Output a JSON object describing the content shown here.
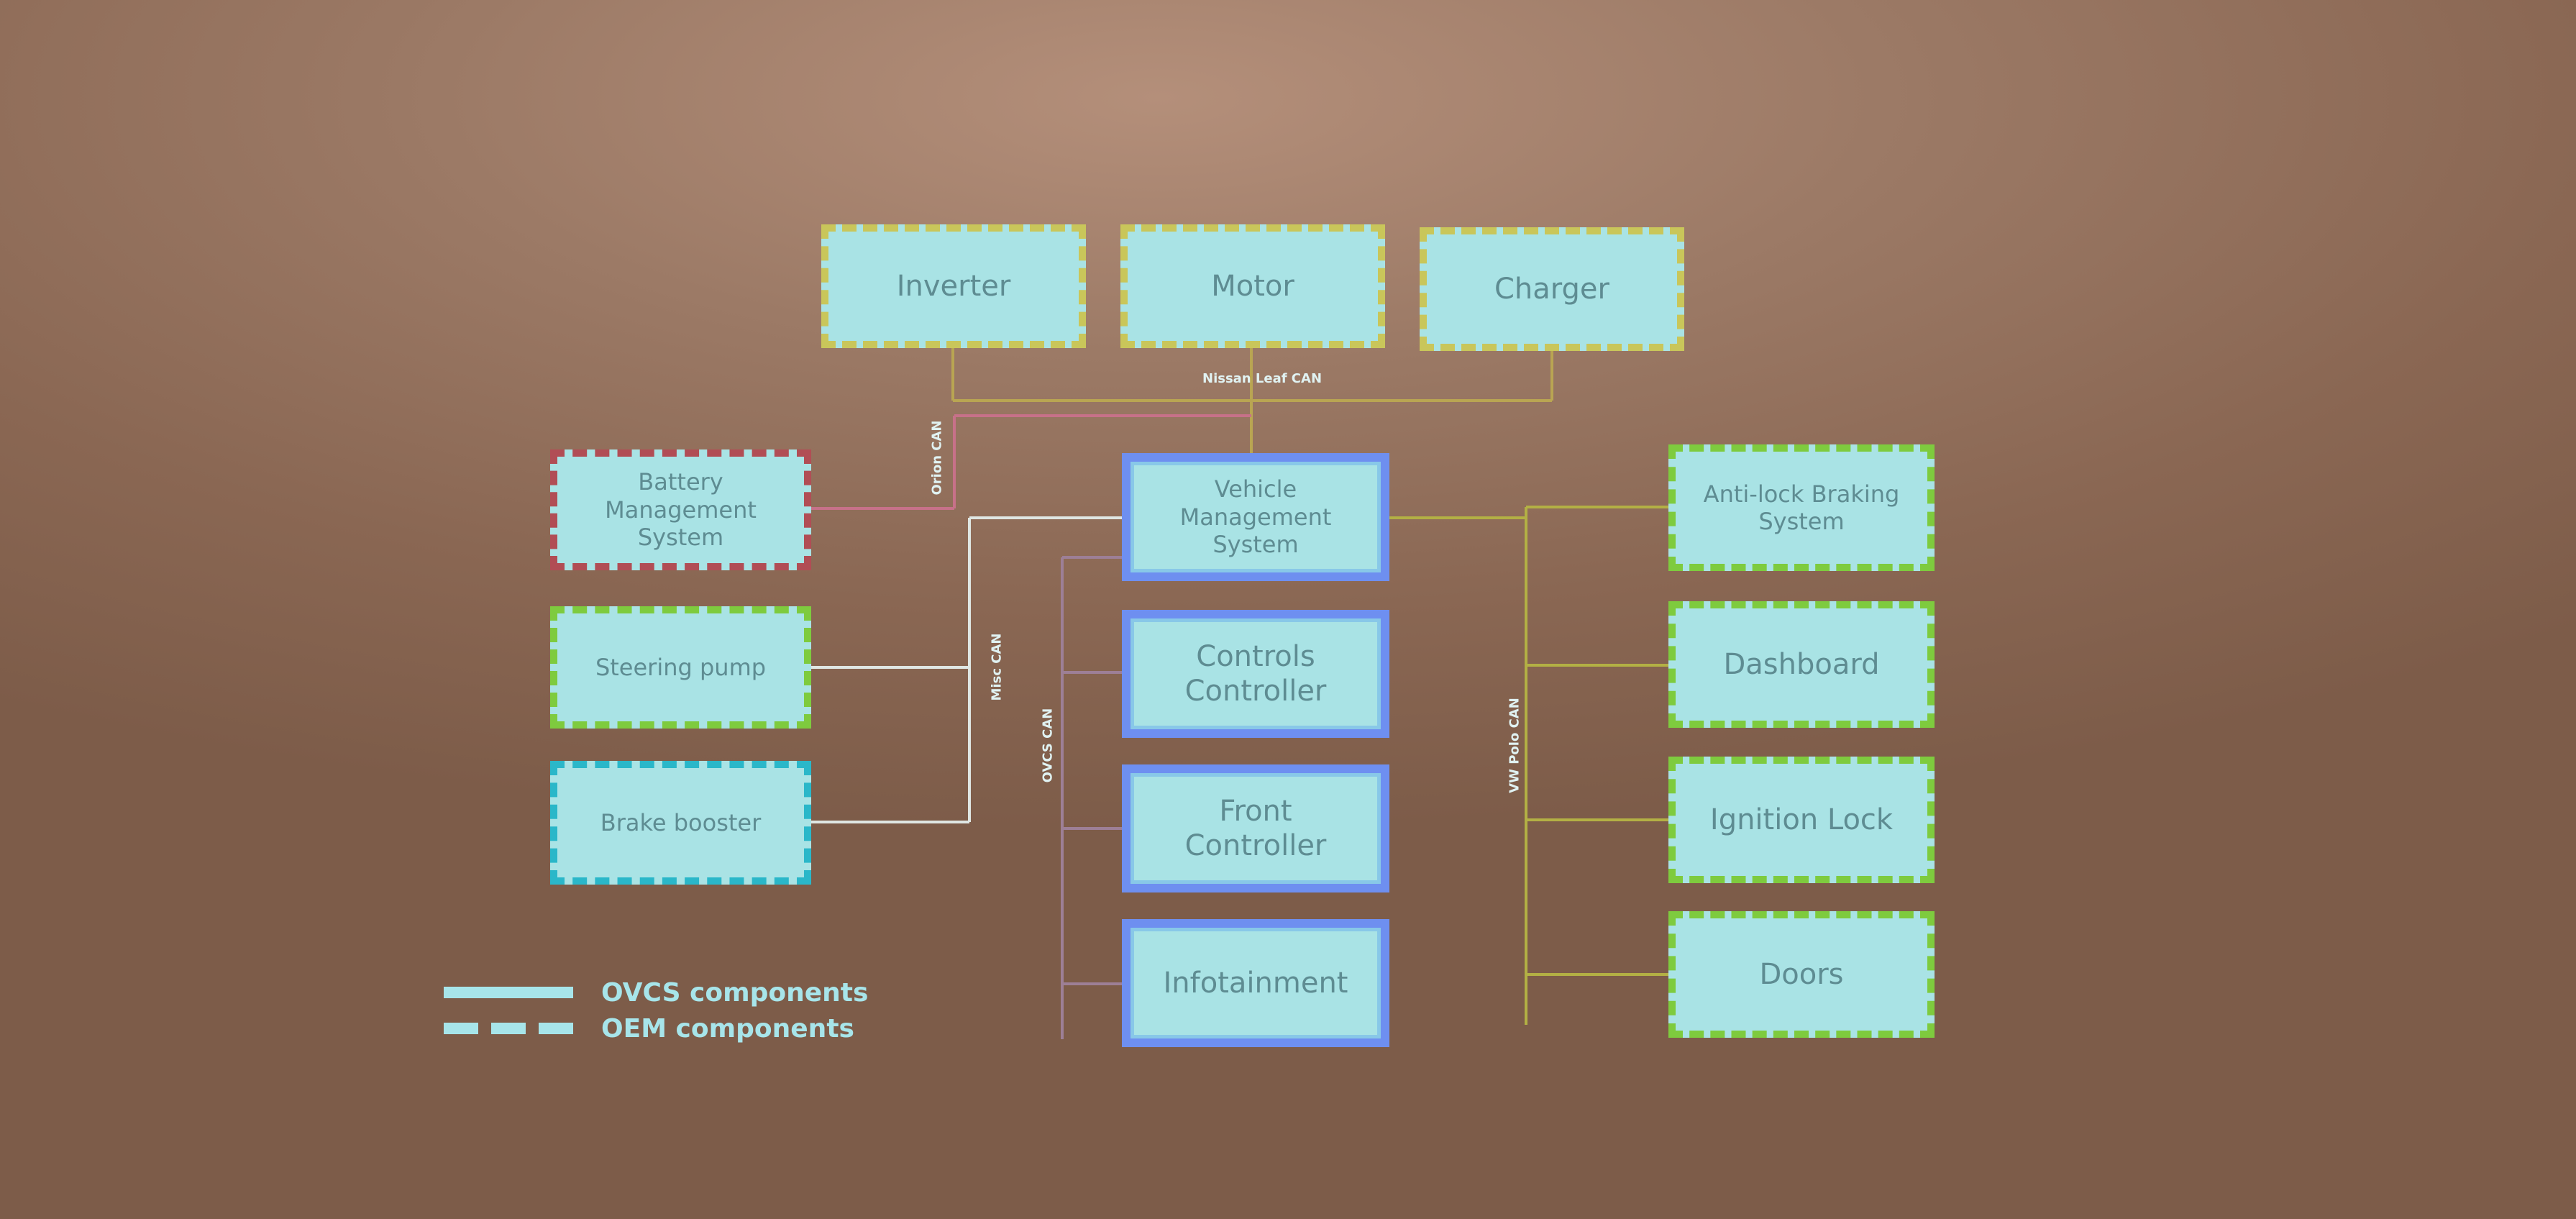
{
  "nodes": {
    "inverter": "Inverter",
    "motor": "Motor",
    "charger": "Charger",
    "bms": [
      "Battery",
      "Management",
      "System"
    ],
    "steering_pump": "Steering pump",
    "brake_booster": "Brake booster",
    "vms": [
      "Vehicle",
      "Management",
      "System"
    ],
    "controls_controller": [
      "Controls",
      "Controller"
    ],
    "front_controller": [
      "Front",
      "Controller"
    ],
    "infotainment": "Infotainment",
    "abs": [
      "Anti-lock Braking",
      "System"
    ],
    "dashboard": "Dashboard",
    "ignition_lock": "Ignition Lock",
    "doors": "Doors"
  },
  "buses": {
    "nissan": "Nissan Leaf CAN",
    "orion": "Orion CAN",
    "misc": "Misc CAN",
    "ovcs": "OVCS CAN",
    "vw": "VW Polo CAN"
  },
  "legend": {
    "ovcs": "OVCS components",
    "oem": "OEM components"
  },
  "colors": {
    "ovcs_border": "#6e8ff0",
    "oem_yellow": "#c9c65a",
    "oem_green": "#7ecb3e",
    "oem_red": "#b14d55",
    "oem_cyan": "#2ab7c9",
    "box_fill": "#a9e3e5"
  }
}
